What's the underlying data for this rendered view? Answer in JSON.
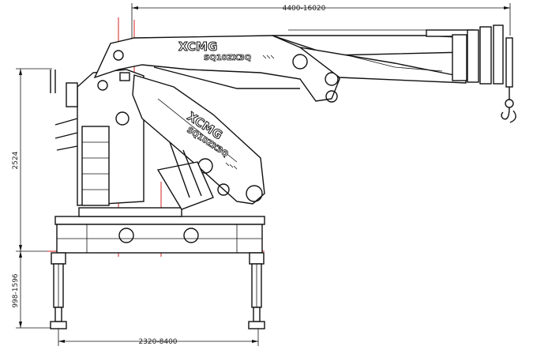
{
  "brand": "XCMG",
  "model": "SQ10ZK3Q",
  "dimensions": {
    "boom_reach": "4400-16020",
    "height": "2524",
    "leg_extension": "998-1596",
    "outrigger_span": "2320-8400"
  },
  "colors": {
    "line": "#111111",
    "centerline": "#d42020",
    "background": "#ffffff"
  }
}
